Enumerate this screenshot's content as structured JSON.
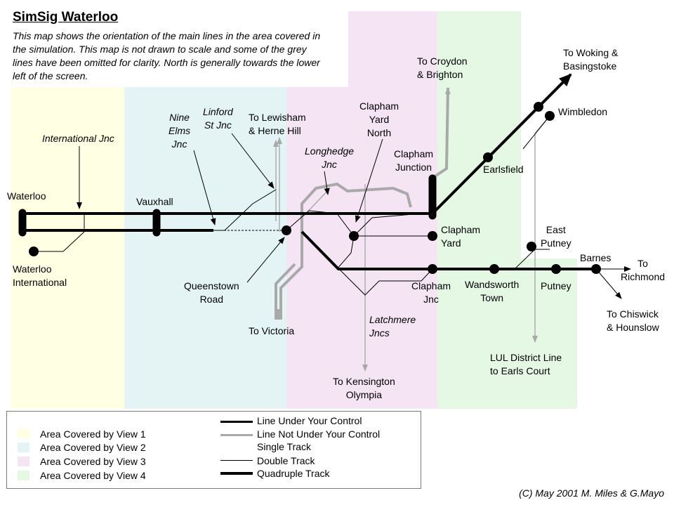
{
  "title": "SimSig Waterloo",
  "intro": "This map shows the orientation of the main lines in the area covered in the simulation. This map is not drawn to scale and some of the grey lines have been omitted for clarity. North is generally towards the lower left of the screen.",
  "colors": {
    "view1": "#ffffe4",
    "view2": "#e4f4f4",
    "view3": "#f4e4f4",
    "view4": "#e4f8e4",
    "controlled": "#000000",
    "not_controlled": "#a9a9a9"
  },
  "stations": {
    "waterloo": "Waterloo",
    "waterloo_international": "Waterloo\nInternational",
    "vauxhall": "Vauxhall",
    "queenstown_road": "Queenstown\nRoad",
    "clapham_yard": "Clapham\nYard",
    "clapham_junction": "Clapham\nJunction",
    "earlsfield": "Earlsfield",
    "wimbledon": "Wimbledon",
    "east_putney": "East\nPutney",
    "putney": "Putney",
    "barnes": "Barnes",
    "wandsworth_town": "Wandsworth\nTown",
    "clapham_jnc": "Clapham\nJnc",
    "clapham_yard_north": "Clapham\nYard\nNorth"
  },
  "junctions": {
    "international_jnc": "International Jnc",
    "nine_elms_jnc": "Nine\nElms\nJnc",
    "linford_st_jnc": "Linford\nSt Jnc",
    "longhedge_jnc": "Longhedge\nJnc",
    "latchmere_jncs": "Latchmere\nJncs"
  },
  "destinations": {
    "lewisham": "To Lewisham\n& Herne Hill",
    "croydon": "To Croydon\n& Brighton",
    "woking": "To Woking &\nBasingstoke",
    "victoria": "To Victoria",
    "kensington": "To Kensington\nOlympia",
    "district": "LUL District Line\nto Earls Court",
    "richmond": "To\nRichmond",
    "chiswick": "To Chiswick\n& Hounslow"
  },
  "legend": {
    "areas": [
      "Area Covered by View 1",
      "Area Covered by View 2",
      "Area Covered by View 3",
      "Area Covered by View 4"
    ],
    "lines": [
      "Line Under Your Control",
      "Line Not Under Your Control",
      "Single Track",
      "Double Track",
      "Quadruple Track"
    ]
  },
  "copyright": "(C) May 2001 M. Miles & G.Mayo"
}
